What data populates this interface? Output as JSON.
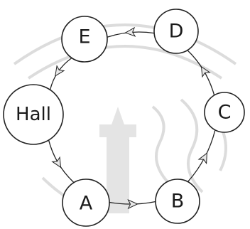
{
  "diagram": {
    "nodes": [
      {
        "id": "hall",
        "label": "Hall"
      },
      {
        "id": "a",
        "label": "A"
      },
      {
        "id": "b",
        "label": "B"
      },
      {
        "id": "c",
        "label": "C"
      },
      {
        "id": "d",
        "label": "D"
      },
      {
        "id": "e",
        "label": "E"
      }
    ],
    "edges": [
      {
        "from": "hall",
        "to": "a"
      },
      {
        "from": "a",
        "to": "b"
      },
      {
        "from": "b",
        "to": "c"
      },
      {
        "from": "c",
        "to": "d"
      },
      {
        "from": "d",
        "to": "e"
      },
      {
        "from": "e",
        "to": "hall"
      }
    ]
  },
  "colors": {
    "ink": "#222222",
    "watermark": "#d9d9d9"
  }
}
